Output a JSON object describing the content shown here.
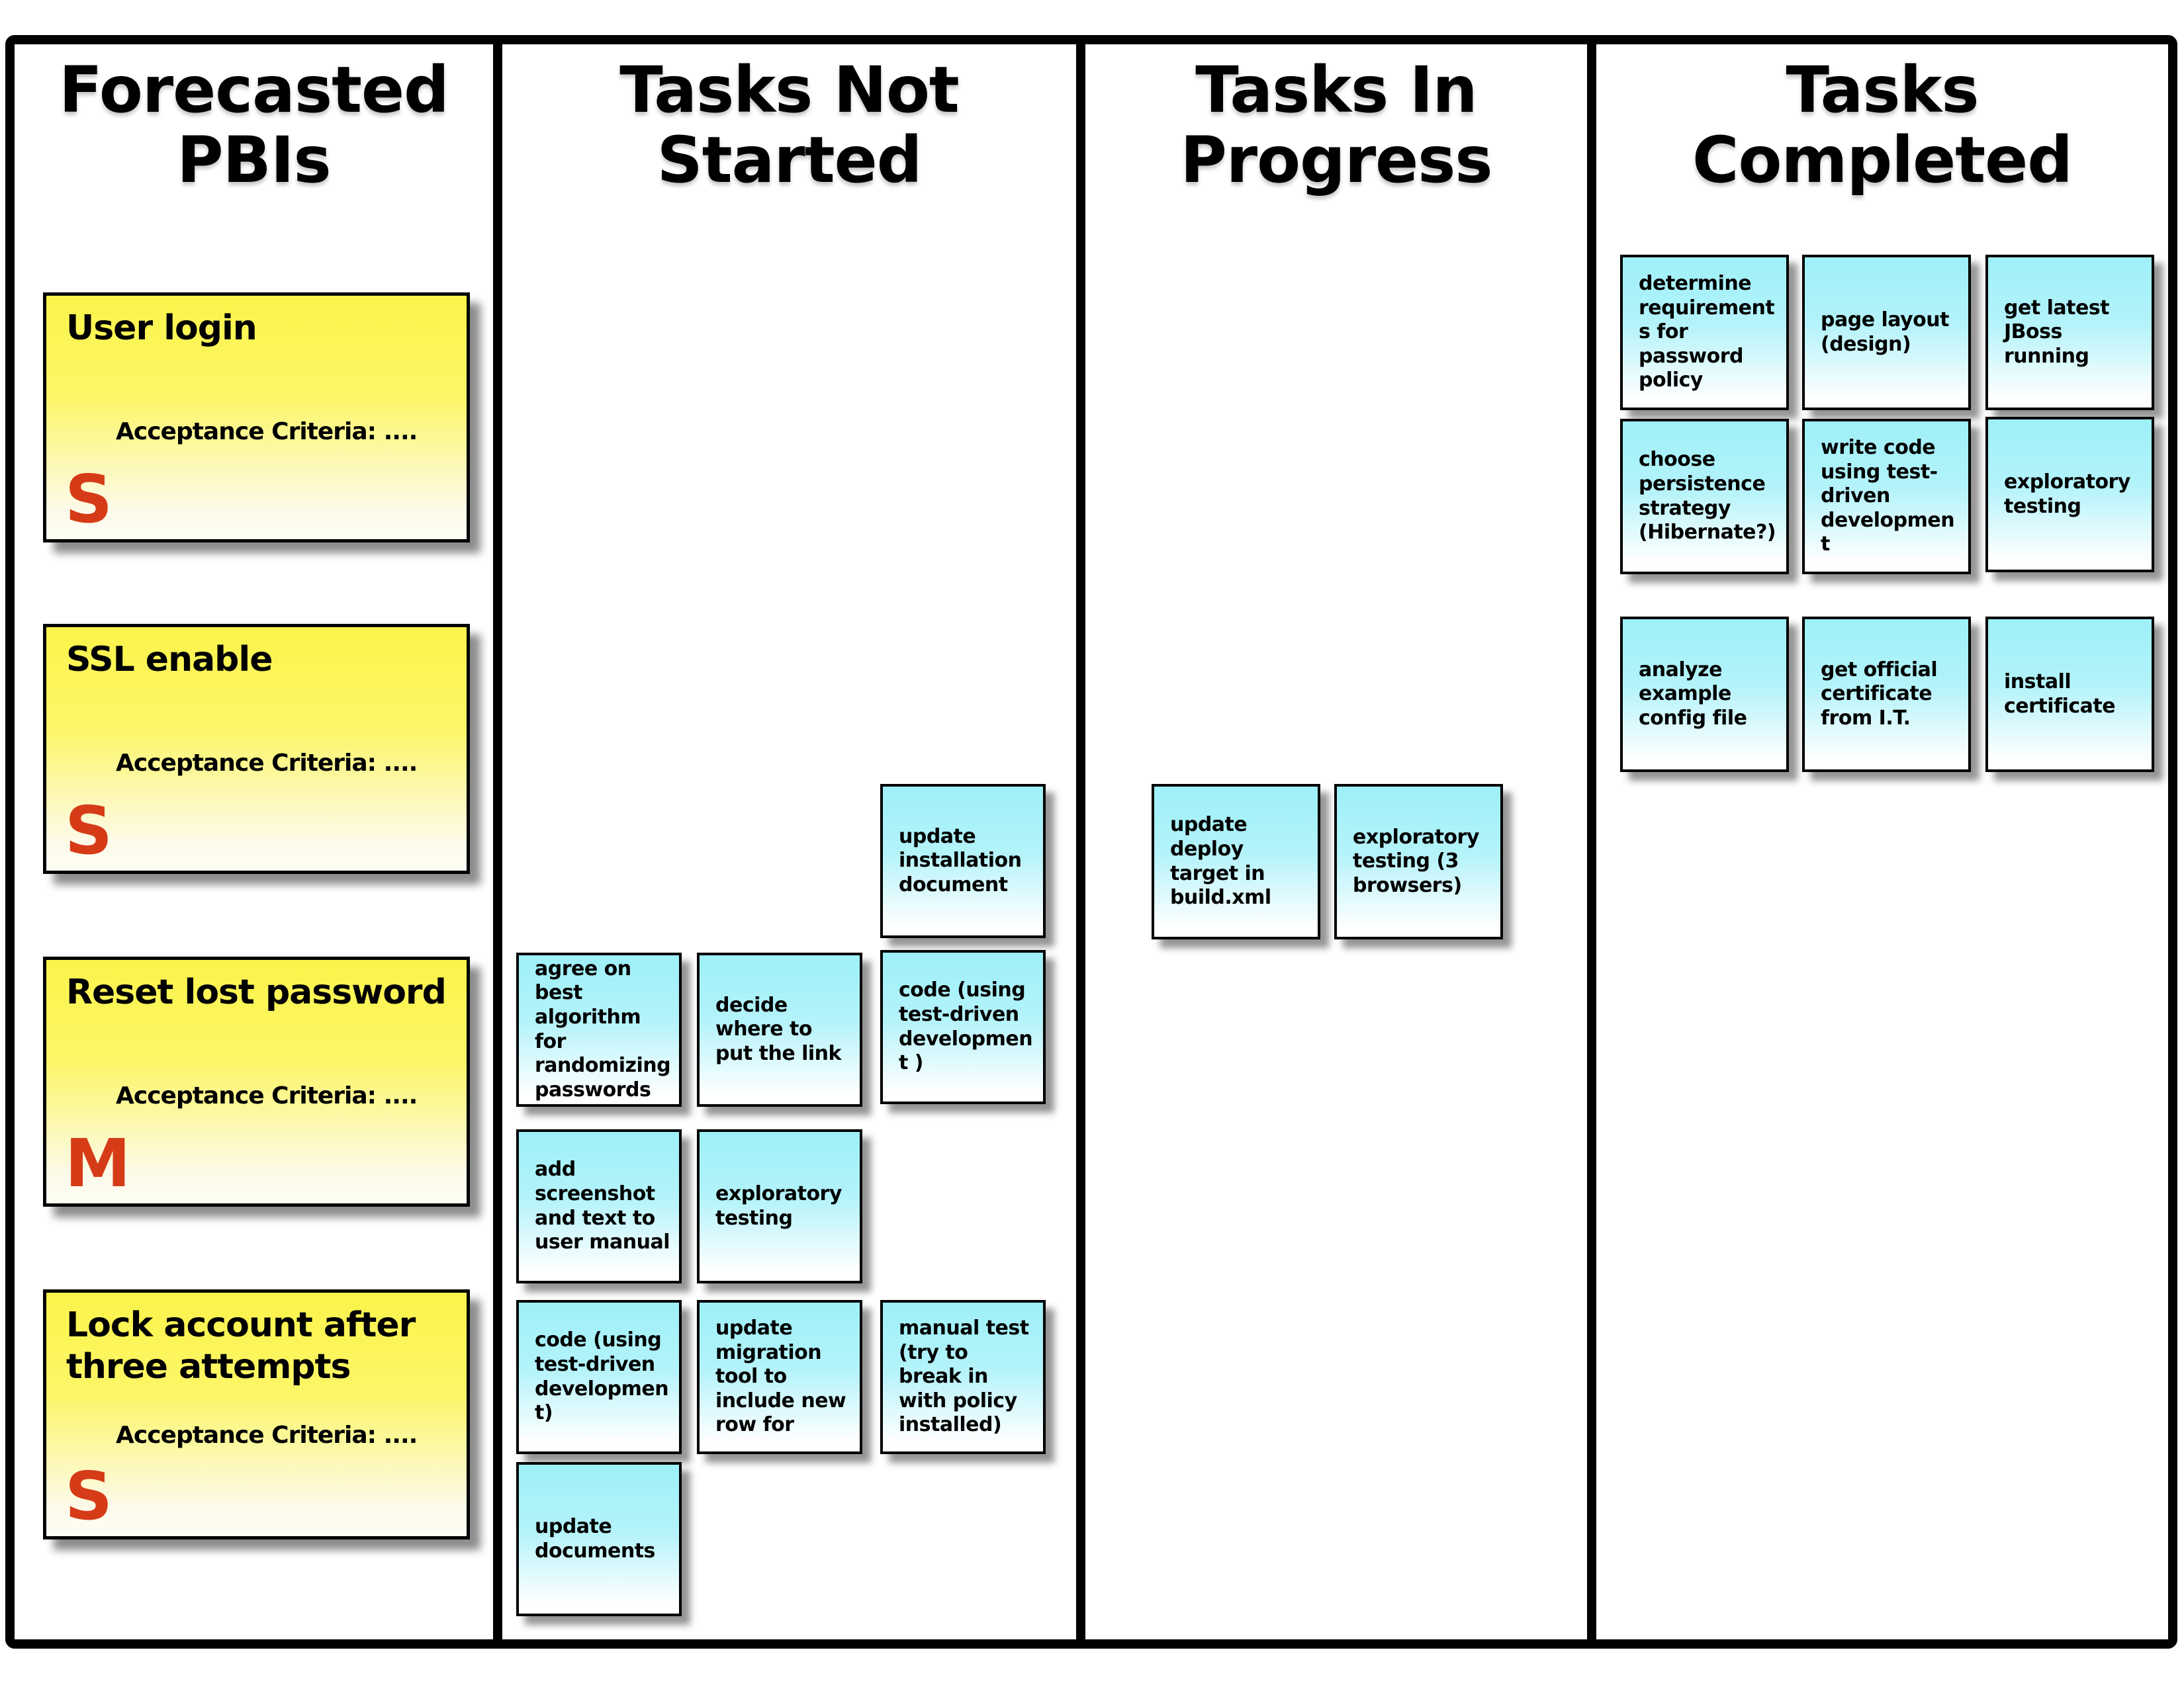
{
  "board": {
    "columns": [
      {
        "id": "forecasted-pbis",
        "title_lines": [
          "Forecasted",
          "PBIs"
        ]
      },
      {
        "id": "tasks-not-started",
        "title_lines": [
          "Tasks Not",
          "Started"
        ]
      },
      {
        "id": "tasks-in-progress",
        "title_lines": [
          "Tasks In",
          "Progress"
        ]
      },
      {
        "id": "tasks-completed",
        "title_lines": [
          "Tasks",
          "Completed"
        ]
      }
    ],
    "pbis": [
      {
        "title": "User login",
        "criteria": "Acceptance Criteria: ....",
        "size": "S"
      },
      {
        "title": "SSL enable",
        "criteria": "Acceptance Criteria: ....",
        "size": "S"
      },
      {
        "title": "Reset lost password",
        "criteria": "Acceptance Criteria: ....",
        "size": "M"
      },
      {
        "title": "Lock account after three attempts",
        "criteria": "Acceptance Criteria: ....",
        "size": "S"
      }
    ],
    "not_started_notes": [
      "update installation document",
      "agree on best algorithm for randomizing passwords",
      "decide where to put the link",
      "code (using test-driven development )",
      "add screenshot and text to user manual",
      "exploratory testing",
      "code (using test-driven development)",
      "update migration tool to include new row for",
      "manual test (try to break in with policy installed)",
      "update documents"
    ],
    "in_progress_notes": [
      "update deploy target in build.xml",
      "exploratory testing (3 browsers)"
    ],
    "completed_notes": [
      "determine requirements for password policy",
      "page layout (design)",
      "get latest JBoss running",
      "choose persistence strategy (Hibernate?)",
      "write code using test-driven development",
      "exploratory testing",
      "analyze example config file",
      "get official certificate from I.T.",
      "install certificate"
    ],
    "colors": {
      "pbi_note_top": "#fbf44b",
      "pbi_note_bottom": "#fdfdf4",
      "task_note_top": "#9ef0f8",
      "task_note_bottom": "#ffffff",
      "size_letter_red": "#d63b17",
      "border_black": "#000000"
    }
  }
}
